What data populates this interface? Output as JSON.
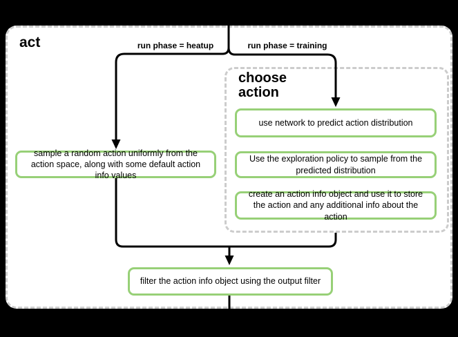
{
  "diagram": {
    "title": "act",
    "group": {
      "title": "choose action"
    },
    "edge_labels": {
      "heatup": "run phase = heatup",
      "training": "run phase = training"
    },
    "nodes": {
      "sample": "sample a random action uniformly from the action space, along with some default action info values",
      "network": "use network to predict action distribution",
      "exploration": "Use the exploration policy to sample from the predicted distribution",
      "action_info": "create an action info object and use it to store the action and any additional info about the action",
      "filter": "filter the action info object using the output filter"
    },
    "colors": {
      "canvas_bg": "#000000",
      "panel_bg": "#ffffff",
      "node_border": "#97d077",
      "dashed_border": "#cccccc",
      "line": "#000000",
      "text": "#000000"
    }
  }
}
